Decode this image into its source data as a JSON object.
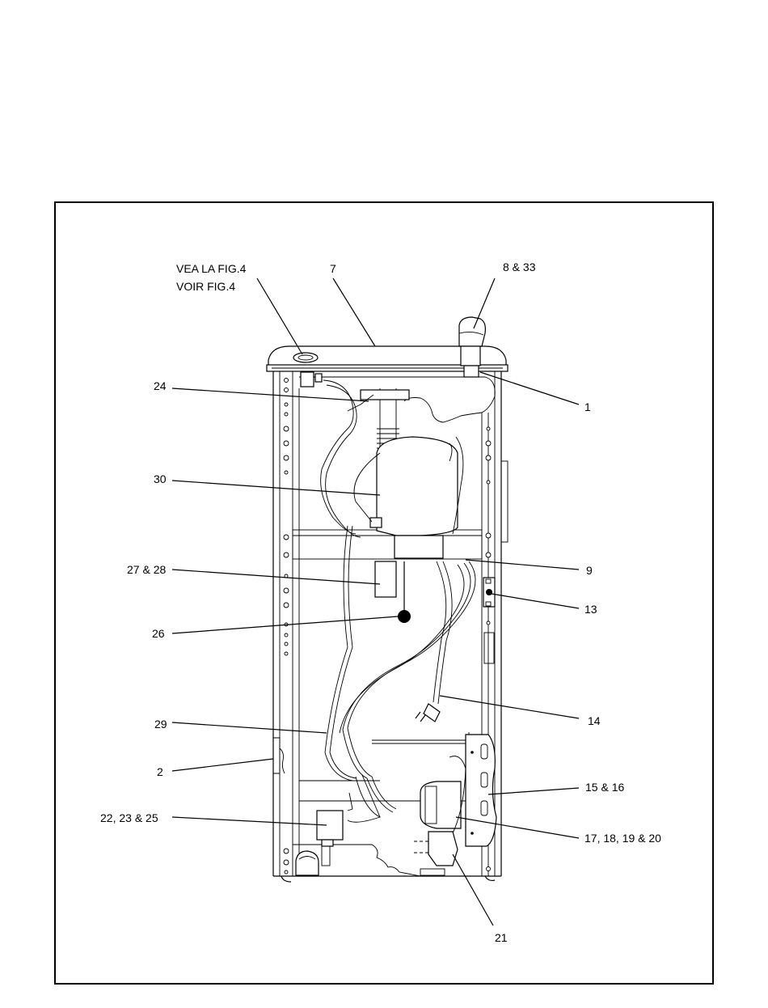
{
  "callouts": [
    {
      "id": "vea",
      "text": "VEA LA FIG.4"
    },
    {
      "id": "voir",
      "text": "VOIR FIG.4"
    },
    {
      "id": "7",
      "text": "7"
    },
    {
      "id": "8-33",
      "text": "8 & 33"
    },
    {
      "id": "24",
      "text": "24"
    },
    {
      "id": "1",
      "text": "1"
    },
    {
      "id": "30",
      "text": "30"
    },
    {
      "id": "27-28",
      "text": "27 & 28"
    },
    {
      "id": "9",
      "text": "9"
    },
    {
      "id": "13",
      "text": "13"
    },
    {
      "id": "26",
      "text": "26"
    },
    {
      "id": "14",
      "text": "14"
    },
    {
      "id": "29",
      "text": "29"
    },
    {
      "id": "2",
      "text": "2"
    },
    {
      "id": "15-16",
      "text": "15 & 16"
    },
    {
      "id": "22-23-25",
      "text": "22, 23 & 25"
    },
    {
      "id": "17-20",
      "text": "17, 18, 19 & 20"
    },
    {
      "id": "21",
      "text": "21"
    }
  ]
}
